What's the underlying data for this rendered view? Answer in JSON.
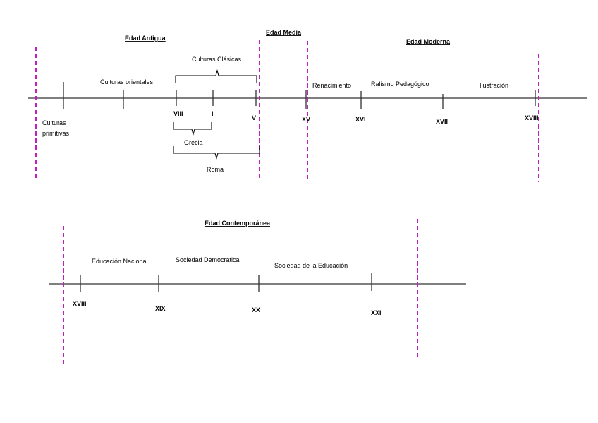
{
  "timeline1": {
    "eras": {
      "antigua": "Edad Antigua",
      "media": "Edad Media",
      "moderna": "Edad Moderna"
    },
    "periods": {
      "primitivas_line1": "Culturas",
      "primitivas_line2": "primitivas",
      "orientales": "Culturas orientales",
      "clasicas": "Culturas Clásicas",
      "renacimiento": "Renacimiento",
      "realismo": "Ralismo Pedagógico",
      "ilustracion": "Ilustración"
    },
    "centuries": {
      "viii": "VIII",
      "i": "I",
      "v": "V",
      "xv": "XV",
      "xvi": "XVI",
      "xvii": "XVII",
      "xviii": "XVIII"
    },
    "groups": {
      "grecia": "Grecia",
      "roma": "Roma"
    }
  },
  "timeline2": {
    "era": "Edad Contemporánea",
    "periods": {
      "nacional": "Educación Nacional",
      "democratica": "Sociedad Democrática",
      "educacion": "Sociedad de la Educación"
    },
    "centuries": {
      "xviii": "XVIII",
      "xix": "XIX",
      "xx": "XX",
      "xxi": "XXI"
    }
  },
  "colors": {
    "divider": "#c020c0",
    "axis": "#555555"
  }
}
